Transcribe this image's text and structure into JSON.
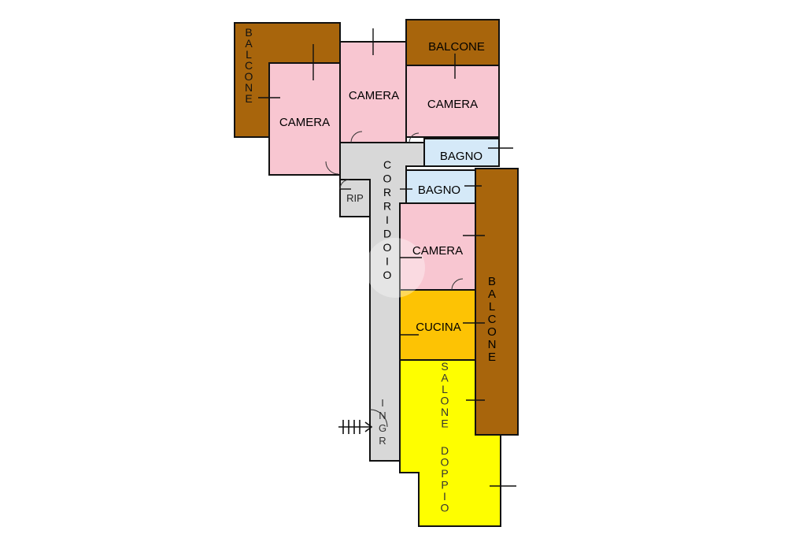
{
  "floor_plan": {
    "colors": {
      "camera": "#f8c6d1",
      "bagno": "#d5e9f8",
      "balcone": "#a8650c",
      "corridoio": "#d8d8d8",
      "cucina": "#fdc304",
      "salone": "#fefe00",
      "wall": "#111111"
    },
    "rooms": {
      "balcone_nw": "BALCONE",
      "camera_west": "CAMERA",
      "camera_center": "CAMERA",
      "balcone_ne": "BALCONE",
      "camera_ne": "CAMERA",
      "bagno_upper": "BAGNO",
      "bagno_lower": "BAGNO",
      "rip": "RIP",
      "corridoio": "CORRIDOIO",
      "camera_east": "CAMERA",
      "cucina": "CUCINA",
      "balcone_east": "BALCONE",
      "salone": "SALONE",
      "salone_doppio": "DOPPIO",
      "ingr": "INGR"
    }
  }
}
